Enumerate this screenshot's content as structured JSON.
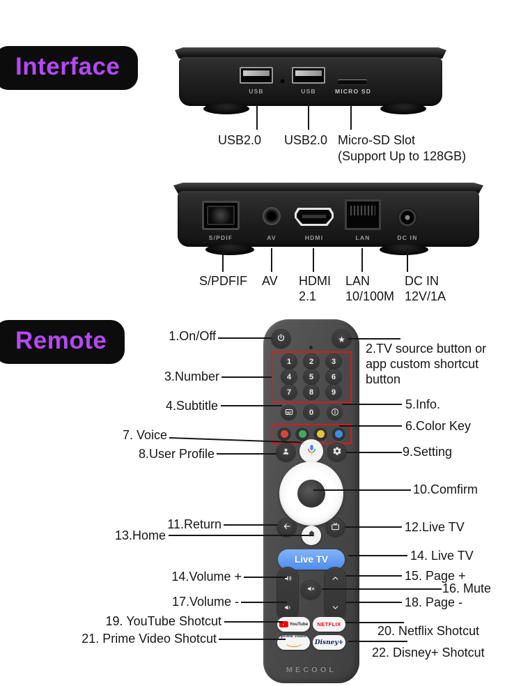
{
  "badges": {
    "interface": "Interface",
    "remote": "Remote"
  },
  "front_panel": {
    "port_labels": [
      "USB",
      "USB",
      "MICRO SD"
    ],
    "callout_usb1": "USB2.0",
    "callout_usb2": "USB2.0",
    "callout_sd_line1": "Micro-SD Slot",
    "callout_sd_line2": "(Support Up to 128GB)"
  },
  "rear_panel": {
    "port_labels": [
      "S/PDIF",
      "AV",
      "HDMI",
      "LAN",
      "DC IN"
    ],
    "callouts": [
      {
        "title": "S/PDFIF",
        "sub": ""
      },
      {
        "title": "AV",
        "sub": ""
      },
      {
        "title": "HDMI",
        "sub": "2.1"
      },
      {
        "title": "LAN",
        "sub": "10/100M"
      },
      {
        "title": "DC IN",
        "sub": "12V/1A"
      }
    ]
  },
  "remote": {
    "brand": "MECOOL",
    "star_glyph": "★",
    "number_keys": [
      "1",
      "2",
      "3",
      "4",
      "5",
      "6",
      "7",
      "8",
      "9"
    ],
    "zero_key": "0",
    "live_tv_button": "Live TV",
    "app_buttons": {
      "youtube": "YouTube",
      "netflix": "NETFLIX",
      "prime_video": "prime video",
      "disney_plus": "Disney+"
    }
  },
  "callouts": {
    "c1": "1.On/Off",
    "c2": "2.TV source button or app custom shortcut button",
    "c3": "3.Number",
    "c4": "4.Subtitle",
    "c5": "5.Info.",
    "c6": "6.Color Key",
    "c7": "7. Voice",
    "c8": "8.User Profile",
    "c9": "9.Setting",
    "c10": "10.Comfirm",
    "c11": "11.Return",
    "c12": "12.Live TV",
    "c13": "13.Home",
    "c14_left": "14.Volume +",
    "c14_right": "14. Live TV",
    "c15": "15. Page +",
    "c16": "16. Mute",
    "c17": "17.Volume -",
    "c18": "18. Page -",
    "c19": "19. YouTube Shotcut",
    "c20": "20. Netflix Shotcut",
    "c21": "21. Prime Video Shotcut",
    "c22": "22. Disney+ Shotcut"
  },
  "colors": {
    "accent_purple": "#b648f5",
    "badge_bg": "#0c0c0c",
    "callout_frame_red": "#d41c1c",
    "live_tv_blue": "#5b9cf6",
    "netflix_red": "#e50914",
    "youtube_red": "#ff0000",
    "color_keys": [
      "#d9453a",
      "#41ab5c",
      "#e4c63d",
      "#3e8ee4"
    ]
  },
  "icons": [
    "power-icon",
    "star-icon",
    "subtitle-icon",
    "info-icon",
    "voice-mic-icon",
    "user-profile-icon",
    "gear-icon",
    "back-arrow-icon",
    "home-icon",
    "live-tv-icon",
    "volume-up-icon",
    "volume-down-icon",
    "mute-icon",
    "page-up-icon",
    "page-down-icon",
    "youtube-play-icon"
  ]
}
